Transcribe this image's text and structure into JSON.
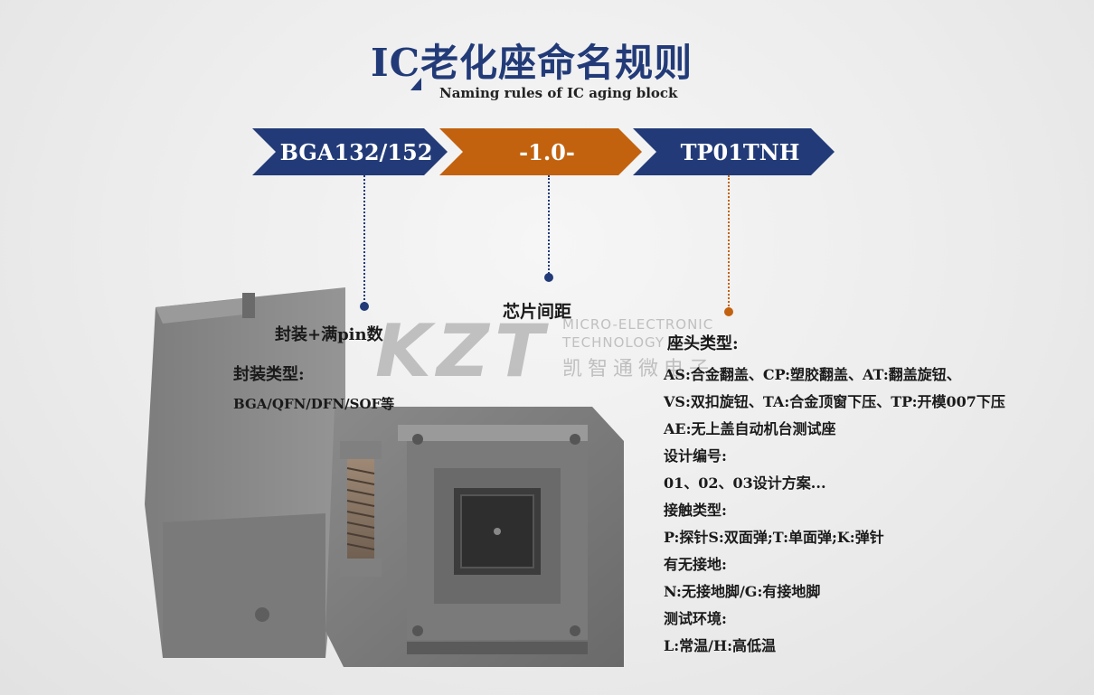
{
  "title": "IC老化座命名规则",
  "subtitle": "Naming rules of IC aging block",
  "segments": {
    "package": "BGA132/152",
    "pitch": "-1.0-",
    "head": "TP01TNH"
  },
  "colors": {
    "navy": "#223b78",
    "orange": "#c2620f"
  },
  "watermark": {
    "logo": "KZT",
    "line1": "MICRO-ELECTRONIC",
    "line2": "TECHNOLOGY",
    "line3": "凯智通微电子"
  },
  "labels": {
    "chip_pitch": "芯片间距",
    "package_pin": "封装+满pin数",
    "package_type_title": "封装类型:",
    "package_type_values": "BGA/QFN/DFN/SOF等",
    "head_type_title": "座头类型:"
  },
  "description_lines": [
    "AS:合金翻盖、CP:塑胶翻盖、AT:翻盖旋钮、",
    "VS:双扣旋钮、TA:合金顶窗下压、TP:开模007下压",
    "AE:无上盖自动机台测试座",
    "设计编号:",
    "01、02、03设计方案...",
    "接触类型:",
    "P:探针S:双面弹;T:单面弹;K:弹针",
    "有无接地:",
    "N:无接地脚/G:有接地脚",
    "测试环境:",
    "L:常温/H:高低温"
  ]
}
